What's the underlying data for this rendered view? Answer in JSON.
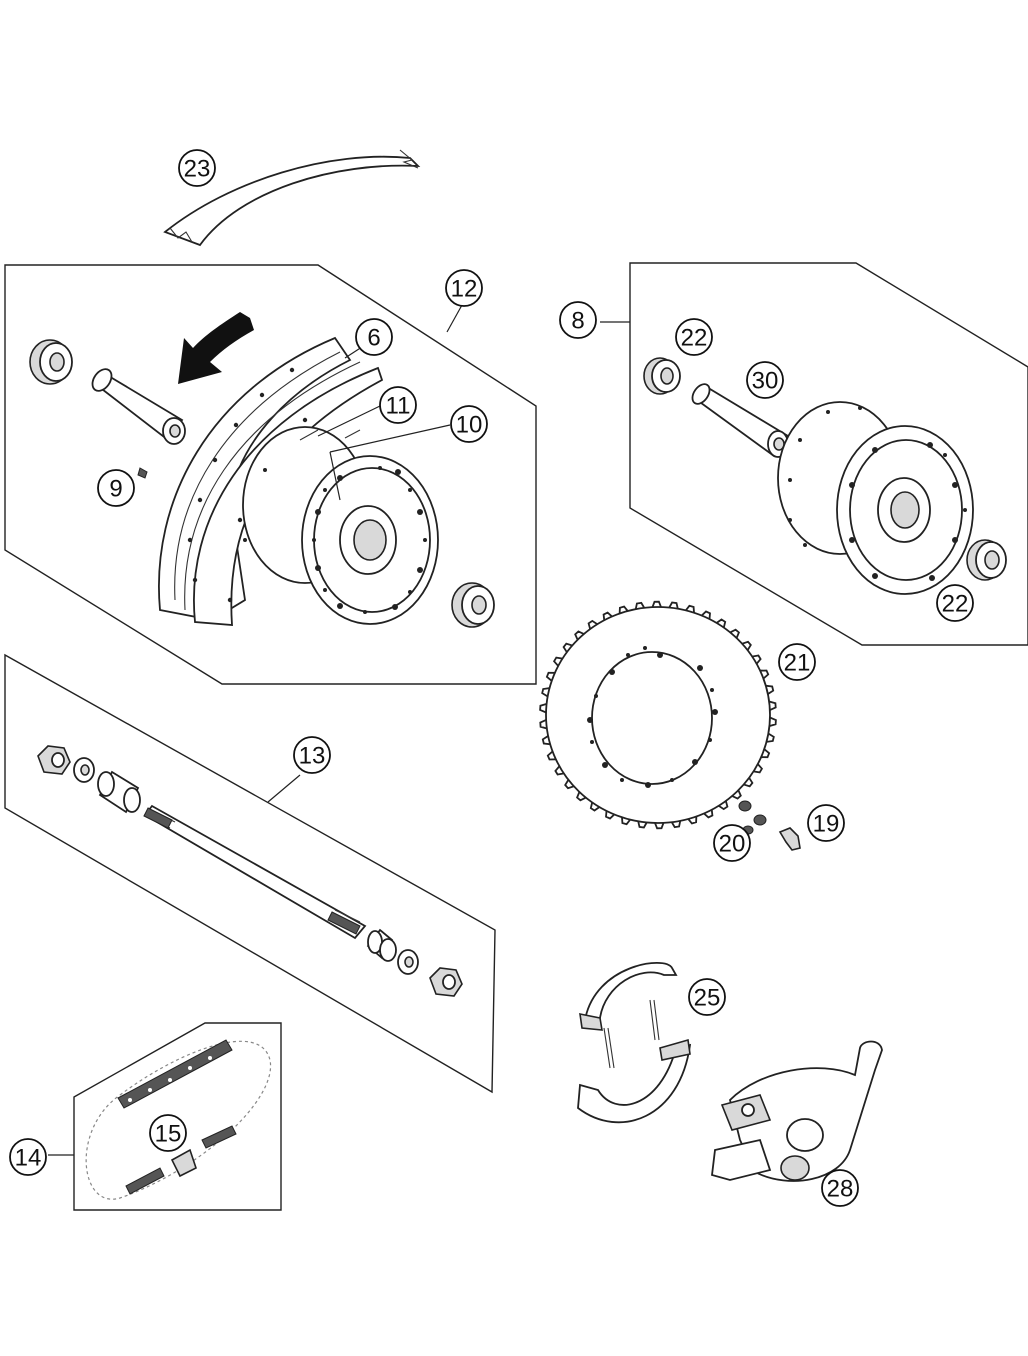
{
  "callouts": {
    "c23": "23",
    "c12": "12",
    "c6": "6",
    "c11": "11",
    "c10": "10",
    "c9": "9",
    "c8": "8",
    "c22a": "22",
    "c30": "30",
    "c22b": "22",
    "c21": "21",
    "c13": "13",
    "c20": "20",
    "c19": "19",
    "c25": "25",
    "c15": "15",
    "c14": "14",
    "c28": "28"
  },
  "colors": {
    "line": "#222222",
    "fill": "#ffffff",
    "shade": "#d9d9d9"
  },
  "icons": {
    "rotation": "rotation-arrow-icon"
  }
}
